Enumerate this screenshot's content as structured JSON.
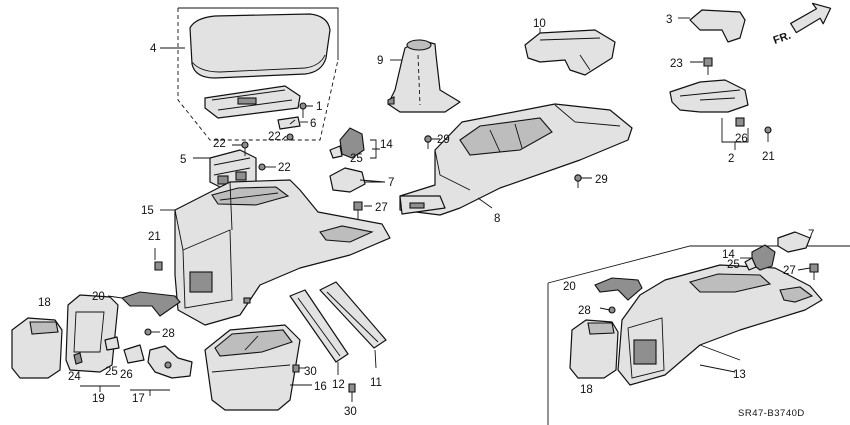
{
  "diagram": {
    "catalog_code": "SR47-B3740D",
    "direction_label": "FR.",
    "callouts": [
      "1",
      "2",
      "3",
      "4",
      "5",
      "6",
      "7",
      "8",
      "9",
      "10",
      "11",
      "12",
      "13",
      "14",
      "15",
      "16",
      "17",
      "18",
      "19",
      "20",
      "21",
      "22",
      "23",
      "24",
      "25",
      "26",
      "27",
      "28",
      "29",
      "30"
    ],
    "labels": {
      "n1": "1",
      "n2": "2",
      "n3": "3",
      "n4": "4",
      "n5": "5",
      "n6": "6",
      "n7a": "7",
      "n7b": "7",
      "n8": "8",
      "n9": "9",
      "n10": "10",
      "n11": "11",
      "n12": "12",
      "n13": "13",
      "n14a": "14",
      "n14b": "14",
      "n15": "15",
      "n16": "16",
      "n17": "17",
      "n18a": "18",
      "n18b": "18",
      "n19": "19",
      "n20a": "20",
      "n20b": "20",
      "n21a": "21",
      "n21b": "21",
      "n22a": "22",
      "n22b": "22",
      "n22c": "22",
      "n23": "23",
      "n24": "24",
      "n25a": "25",
      "n25b": "25",
      "n25c": "25",
      "n26a": "26",
      "n26b": "26",
      "n27a": "27",
      "n27b": "27",
      "n28a": "28",
      "n28b": "28",
      "n29a": "29",
      "n29b": "29",
      "n30a": "30",
      "n30b": "30"
    }
  }
}
